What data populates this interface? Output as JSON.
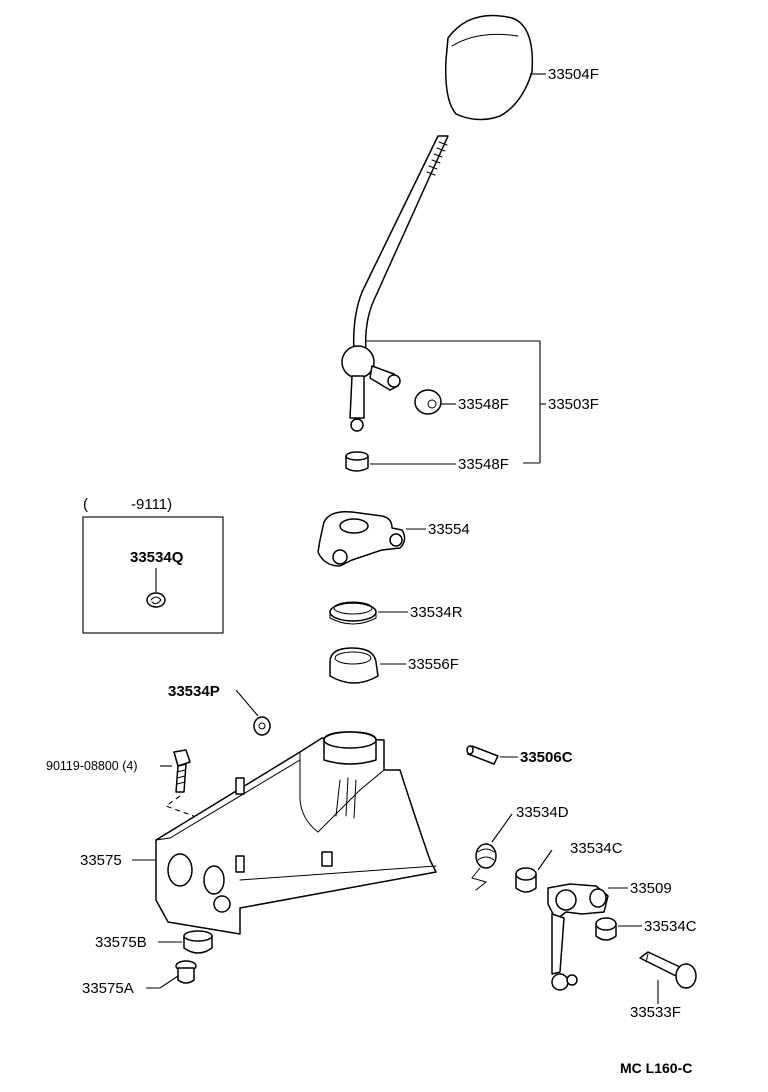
{
  "labels": {
    "shift_knob": "33504F",
    "lever_assy": "33503F",
    "bushing_a": "33548F",
    "bushing_b": "33548F",
    "retainer": "33554",
    "ring_r": "33534R",
    "seat": "33556F",
    "clip_q": "33534Q",
    "clip_p": "33534P",
    "bolt": "90119-08800 (4)",
    "pin": "33506C",
    "spring": "33534D",
    "bush_c1": "33534C",
    "lever_sub": "33509",
    "bush_c2": "33534C",
    "housing": "33575",
    "cushion_b": "33575B",
    "cushion_a": "33575A",
    "pivot_pin": "33533F",
    "footer": "MC L160-C"
  },
  "inset": {
    "header_open": "(",
    "header_range": "-9111)"
  }
}
